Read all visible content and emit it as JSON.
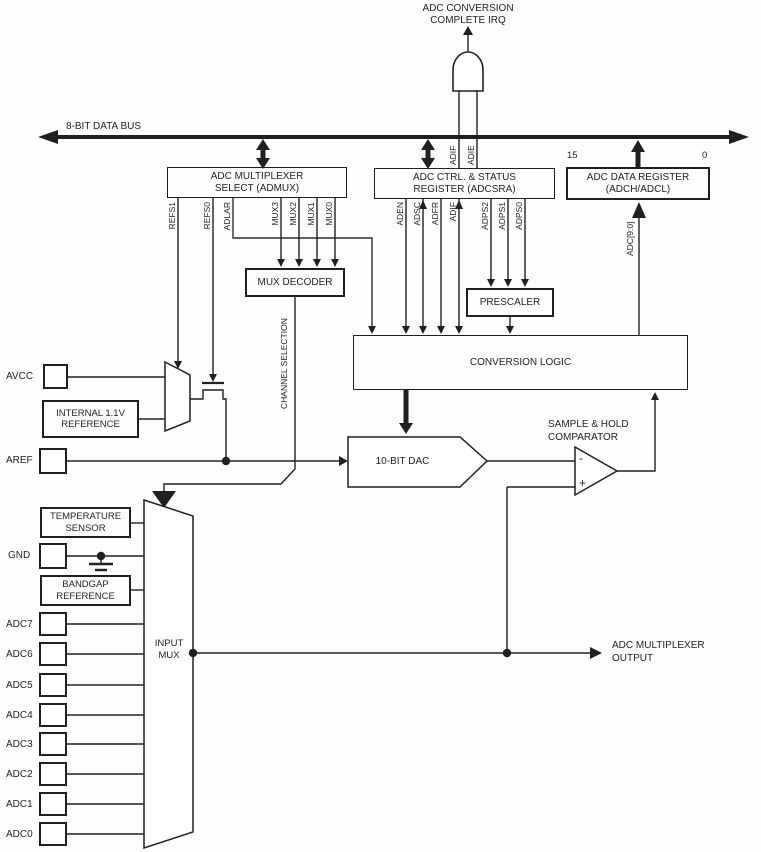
{
  "irq": {
    "line1": "ADC CONVERSION",
    "line2": "COMPLETE IRQ"
  },
  "bus": {
    "label": "8-BIT DATA BUS"
  },
  "admux": {
    "title1": "ADC MULTIPLEXER",
    "title2": "SELECT (ADMUX)",
    "bits": [
      "REFS1",
      "REFS0",
      "ADLAR",
      "MUX3",
      "MUX2",
      "MUX1",
      "MUX0"
    ]
  },
  "adcsra": {
    "title1": "ADC CTRL. & STATUS",
    "title2": "REGISTER (ADCSRA)",
    "bits": [
      "ADEN",
      "ADSC",
      "ADFR",
      "ADIF",
      "ADPS2",
      "ADPS1",
      "ADPS0"
    ],
    "irq_bits": [
      "ADIF",
      "ADIE"
    ]
  },
  "adc_data_register": {
    "title1": "ADC DATA REGISTER",
    "title2": "(ADCH/ADCL)",
    "bit_high": "15",
    "bit_low": "0",
    "bus_label": "ADC[9:0]"
  },
  "blocks": {
    "mux_decoder": "MUX DECODER",
    "prescaler": "PRESCALER",
    "conversion_logic": "CONVERSION LOGIC",
    "dac": "10-BIT DAC",
    "sample_hold1": "SAMPLE & HOLD",
    "sample_hold2": "COMPARATOR",
    "comparator_minus": "-",
    "comparator_plus": "+",
    "internal_ref1": "INTERNAL 1.1V",
    "internal_ref2": "REFERENCE",
    "temp_sensor1": "TEMPERATURE",
    "temp_sensor2": "SENSOR",
    "bandgap1": "BANDGAP",
    "bandgap2": "REFERENCE",
    "input_mux1": "INPUT",
    "input_mux2": "MUX"
  },
  "labels": {
    "channel_selection": "CHANNEL SELECTION",
    "adc_mux_out1": "ADC MULTIPLEXER",
    "adc_mux_out2": "OUTPUT"
  },
  "pins": {
    "avcc": "AVCC",
    "aref": "AREF",
    "gnd": "GND",
    "channels": [
      "ADC7",
      "ADC6",
      "ADC5",
      "ADC4",
      "ADC3",
      "ADC2",
      "ADC1",
      "ADC0"
    ]
  },
  "colors": {
    "ink": "#231f20",
    "bg": "#ffffff"
  }
}
